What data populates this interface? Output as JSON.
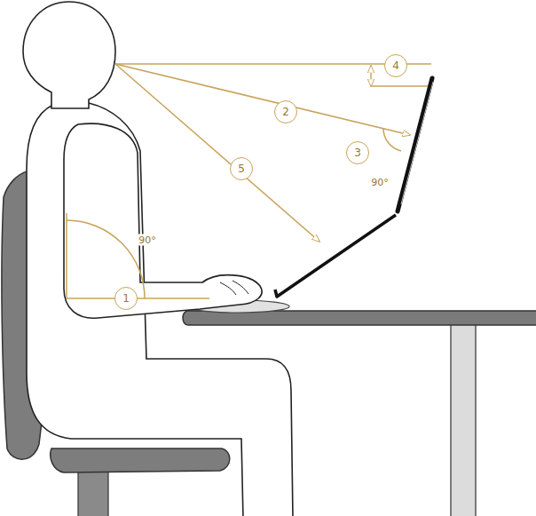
{
  "diagram": {
    "labels": [
      "1",
      "2",
      "3",
      "4",
      "5",
      "90°",
      "90°"
    ]
  }
}
